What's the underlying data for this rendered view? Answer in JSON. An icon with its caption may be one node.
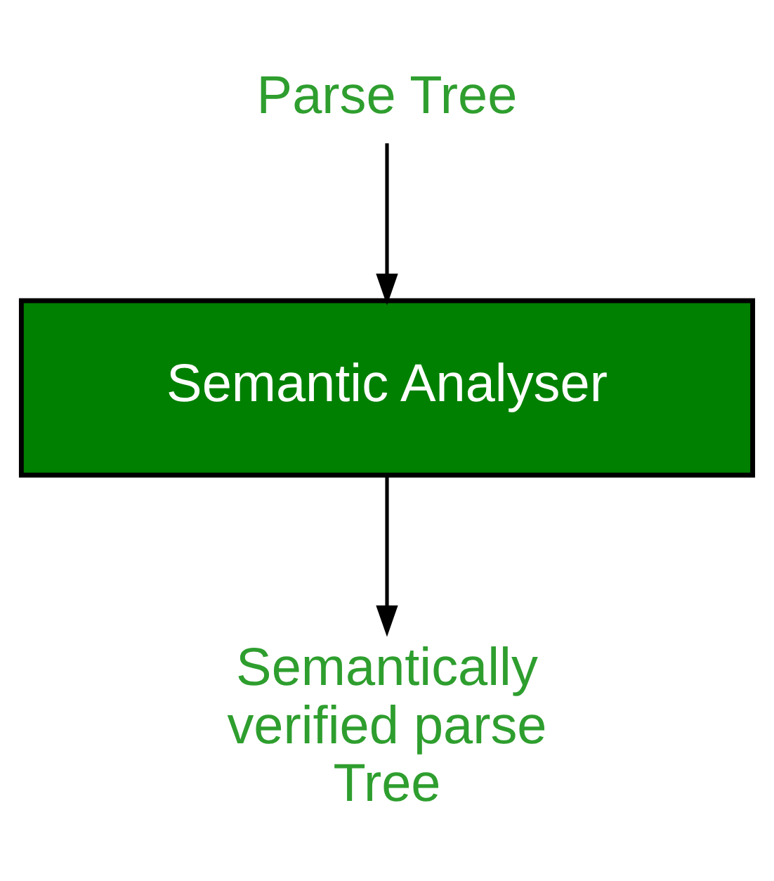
{
  "diagram": {
    "nodes": [
      {
        "text": [
          "Parse Tree"
        ]
      },
      {
        "text": [
          "Semantic Analyser"
        ]
      },
      {
        "text": [
          "Semantically verified parse Tree"
        ]
      }
    ],
    "edges": [
      {
        "from": 0,
        "to": 1,
        "arrow": "to"
      },
      {
        "from": 1,
        "to": 2,
        "arrow": "to"
      }
    ]
  }
}
